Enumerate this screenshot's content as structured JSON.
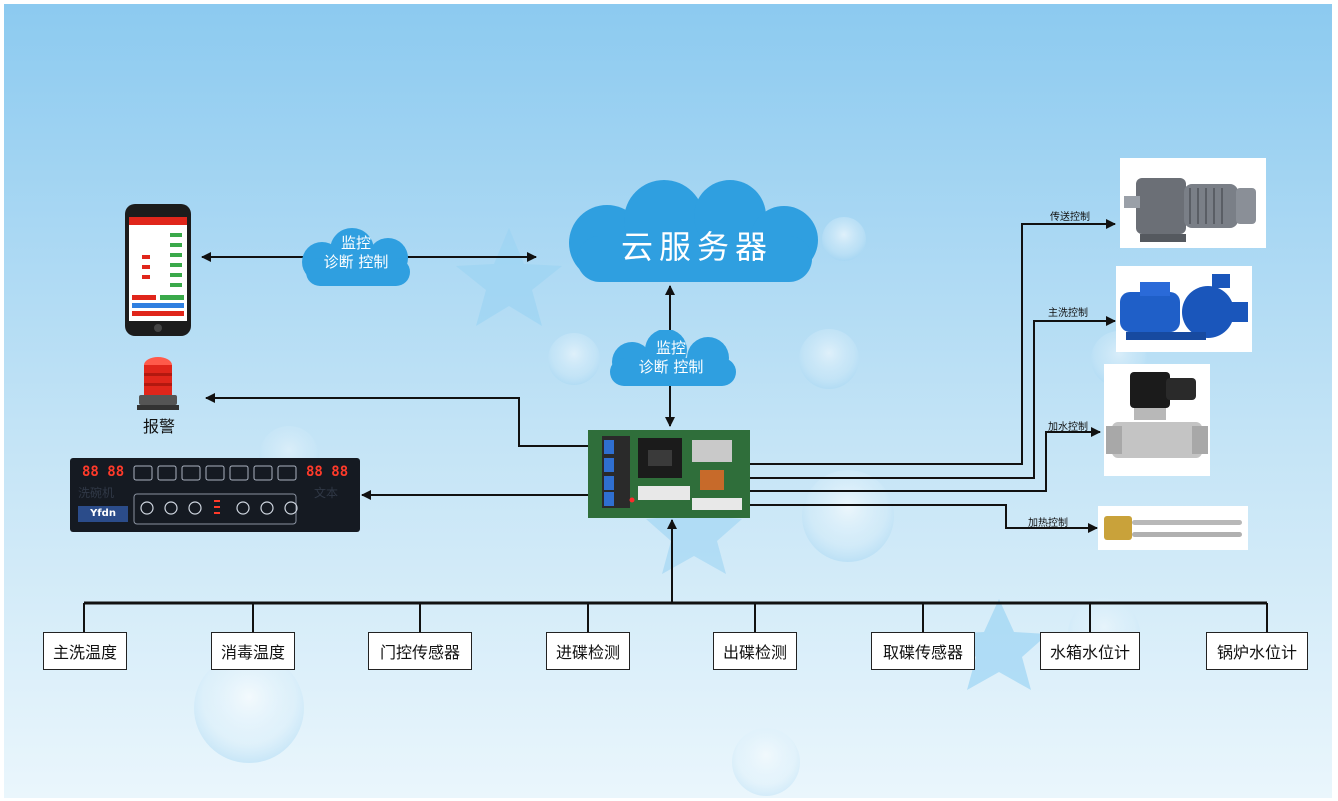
{
  "cloud_server": {
    "label": "云服务器"
  },
  "link_top": {
    "line1": "监控",
    "line2": "诊断 控制"
  },
  "link_mid": {
    "line1": "监控",
    "line2": "诊断 控制"
  },
  "alarm": {
    "label": "报警"
  },
  "panel": {
    "display_left": "88 88",
    "display_right": "88 88",
    "text_left": "洗碗机",
    "text_right": "文本",
    "brand": "Yfdn"
  },
  "outputs": [
    {
      "label": "传送控制"
    },
    {
      "label": "主洗控制"
    },
    {
      "label": "加水控制"
    },
    {
      "label": "加热控制"
    }
  ],
  "sensors": [
    {
      "label": "主洗温度"
    },
    {
      "label": "消毒温度"
    },
    {
      "label": "门控传感器"
    },
    {
      "label": "进碟检测"
    },
    {
      "label": "出碟检测"
    },
    {
      "label": "取碟传感器"
    },
    {
      "label": "水箱水位计"
    },
    {
      "label": "锅炉水位计"
    }
  ],
  "colors": {
    "sky_top": "#8ccaf0",
    "sky_bottom": "#e4f3fb",
    "cloud": "#2f9fe0",
    "line": "#111111",
    "alarm_red": "#e0261b"
  }
}
